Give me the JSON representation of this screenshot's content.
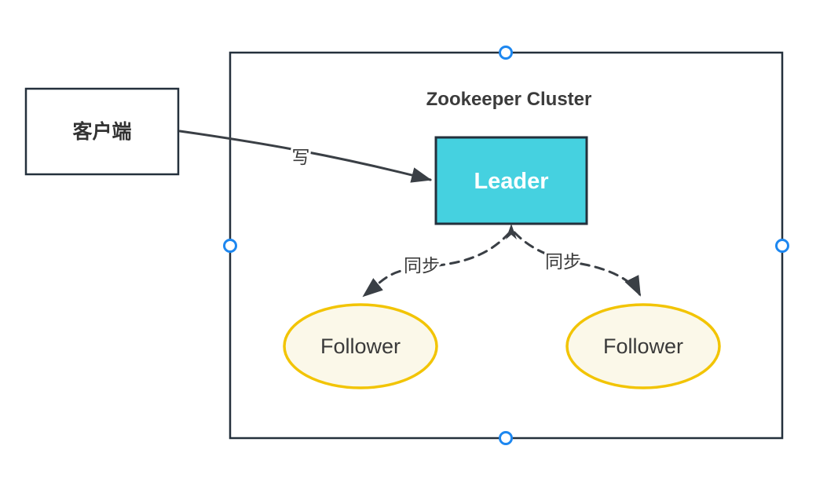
{
  "diagram": {
    "cluster_title": "Zookeeper Cluster",
    "client_label": "客户端",
    "leader_label": "Leader",
    "follower_left_label": "Follower",
    "follower_right_label": "Follower",
    "write_edge_label": "写",
    "sync_left_label": "同步",
    "sync_right_label": "同步",
    "colors": {
      "leader_fill": "#45d1e0",
      "node_border_dark": "#24303c",
      "follower_fill": "#fbf8e9",
      "follower_border": "#f2c404",
      "connector": "#3a3f45",
      "label_text": "#3a3a3a",
      "title_text": "#3b3b3b",
      "leader_text": "#ffffff",
      "selection_handle": "#1d87f0"
    }
  }
}
